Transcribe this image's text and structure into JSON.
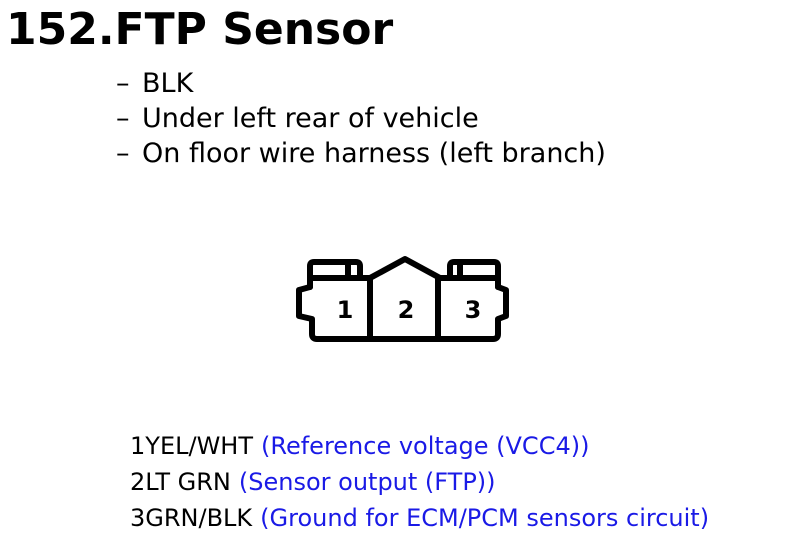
{
  "header": {
    "title": "152.FTP Sensor"
  },
  "details": [
    {
      "dash": "–",
      "text": "BLK"
    },
    {
      "dash": "–",
      "text": "Under left rear of vehicle"
    },
    {
      "dash": "–",
      "text": "On floor wire harness (left branch)"
    }
  ],
  "connector": {
    "pin_labels": [
      "1",
      "2",
      "3"
    ]
  },
  "pins": [
    {
      "id": "1",
      "wire": "YEL/WHT",
      "description": "(Reference voltage (VCC4))"
    },
    {
      "id": "2",
      "wire": "LT GRN",
      "description": "(Sensor output (FTP))"
    },
    {
      "id": "3",
      "wire": "GRN/BLK",
      "description": "(Ground for ECM/PCM sensors circuit)"
    }
  ],
  "colors": {
    "description_text": "#1a1ae6",
    "text": "#000000"
  }
}
